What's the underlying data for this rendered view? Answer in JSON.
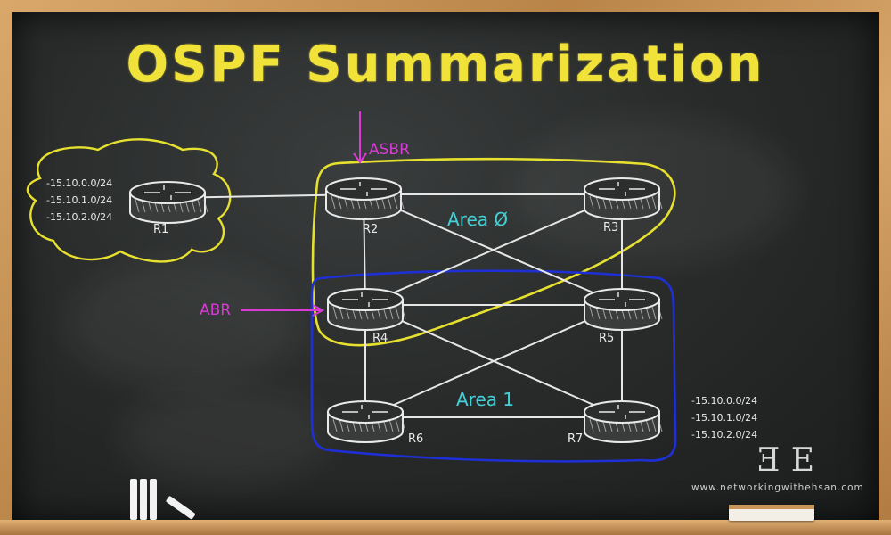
{
  "title": "OSPF Summarization",
  "routers": [
    {
      "id": "R1",
      "label": "R1"
    },
    {
      "id": "R2",
      "label": "R2"
    },
    {
      "id": "R3",
      "label": "R3"
    },
    {
      "id": "R4",
      "label": "R4"
    },
    {
      "id": "R5",
      "label": "R5"
    },
    {
      "id": "R6",
      "label": "R6"
    },
    {
      "id": "R7",
      "label": "R7"
    }
  ],
  "links": [
    [
      "R1",
      "R2"
    ],
    [
      "R2",
      "R3"
    ],
    [
      "R2",
      "R4"
    ],
    [
      "R2",
      "R5"
    ],
    [
      "R3",
      "R4"
    ],
    [
      "R3",
      "R5"
    ],
    [
      "R4",
      "R5"
    ],
    [
      "R4",
      "R6"
    ],
    [
      "R4",
      "R7"
    ],
    [
      "R5",
      "R6"
    ],
    [
      "R5",
      "R7"
    ],
    [
      "R6",
      "R7"
    ]
  ],
  "areas": [
    {
      "id": "area0",
      "label": "Area Ø",
      "color": "#e6e02e"
    },
    {
      "id": "area1",
      "label": "Area 1",
      "color": "#1f2fd6"
    }
  ],
  "r1_cloud_color": "#e6e02e",
  "roles": {
    "asbr": "ASBR",
    "abr": "ABR",
    "color": "#d83bd6"
  },
  "prefixes_left": [
    "-15.10.0.0/24",
    "-15.10.1.0/24",
    "-15.10.2.0/24"
  ],
  "prefixes_right": [
    "-15.10.0.0/24",
    "-15.10.1.0/24",
    "-15.10.2.0/24"
  ],
  "website": "www.networkingwithehsan.com",
  "logo": "Ǝ E"
}
